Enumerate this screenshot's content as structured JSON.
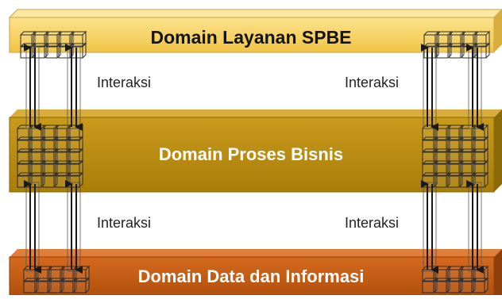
{
  "layers": {
    "top": {
      "label": "Domain Layanan SPBE"
    },
    "middle": {
      "label": "Domain Proses Bisnis"
    },
    "bottom": {
      "label": "Domain Data dan Informasi"
    }
  },
  "interactions": {
    "upper_left": "Interaksi",
    "upper_right": "Interaksi",
    "lower_left": "Interaksi",
    "lower_right": "Interaksi"
  },
  "colors": {
    "top_layer": "#f7cf5a",
    "top_layer_side": "#caa13c",
    "middle_layer": "#b88a0f",
    "middle_layer_side": "#8a6605",
    "bottom_layer": "#c55a12",
    "bottom_layer_side": "#8f3f0a",
    "arrow": "#1a1a1a"
  }
}
